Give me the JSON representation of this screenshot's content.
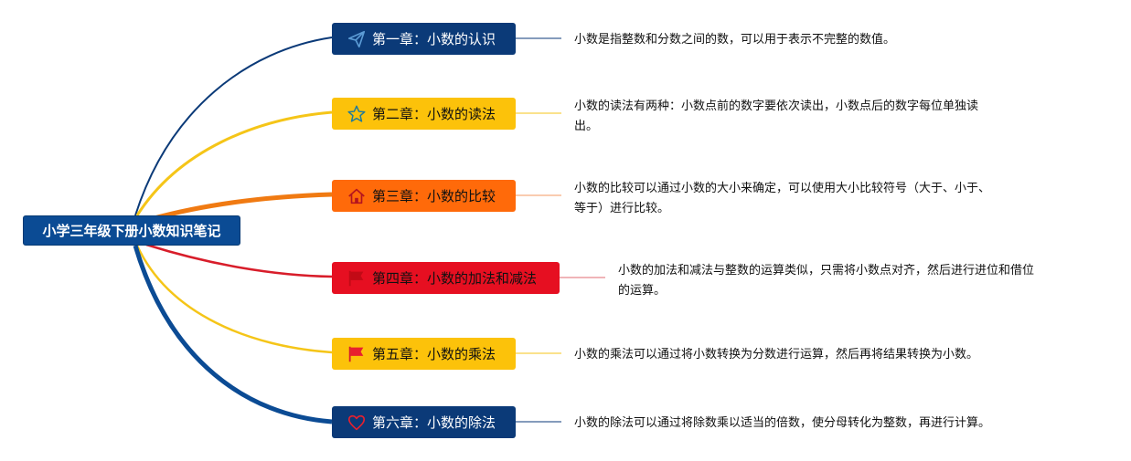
{
  "root": {
    "label": "小学三年级下册小数知识笔记",
    "color": "#0b4b94"
  },
  "chapters": [
    {
      "label": "第一章：小数的认识",
      "icon": "paper-plane-icon",
      "color": "#0b3a78",
      "desc_lines": [
        "小数是指整数和分数之间的数，可以用于表示不完整的数值。"
      ]
    },
    {
      "label": "第二章：小数的读法",
      "icon": "star-icon",
      "color": "#fcc20a",
      "desc_lines": [
        "小数的读法有两种：小数点前的数字要依次读出，小数点后的数字每位单独读",
        "出。"
      ]
    },
    {
      "label": "第三章：小数的比较",
      "icon": "house-icon",
      "color": "#ff6a0a",
      "desc_lines": [
        "小数的比较可以通过小数的大小来确定，可以使用大小比较符号（大于、小于、",
        "等于）进行比较。"
      ]
    },
    {
      "label": "第四章：小数的加法和减法",
      "icon": "flag-icon",
      "color": "#e60f21",
      "desc_lines": [
        "小数的加法和减法与整数的运算类似，只需将小数点对齐，然后进行进位和借位",
        "的运算。"
      ]
    },
    {
      "label": "第五章：小数的乘法",
      "icon": "flag-icon",
      "color": "#fcc20a",
      "desc_lines": [
        "小数的乘法可以通过将小数转换为分数进行运算，然后再将结果转换为小数。"
      ]
    },
    {
      "label": "第六章：小数的除法",
      "icon": "heart-icon",
      "color": "#0b3a78",
      "desc_lines": [
        "小数的除法可以通过将除数乘以适当的倍数，使分母转化为整数，再进行计算。"
      ]
    }
  ]
}
